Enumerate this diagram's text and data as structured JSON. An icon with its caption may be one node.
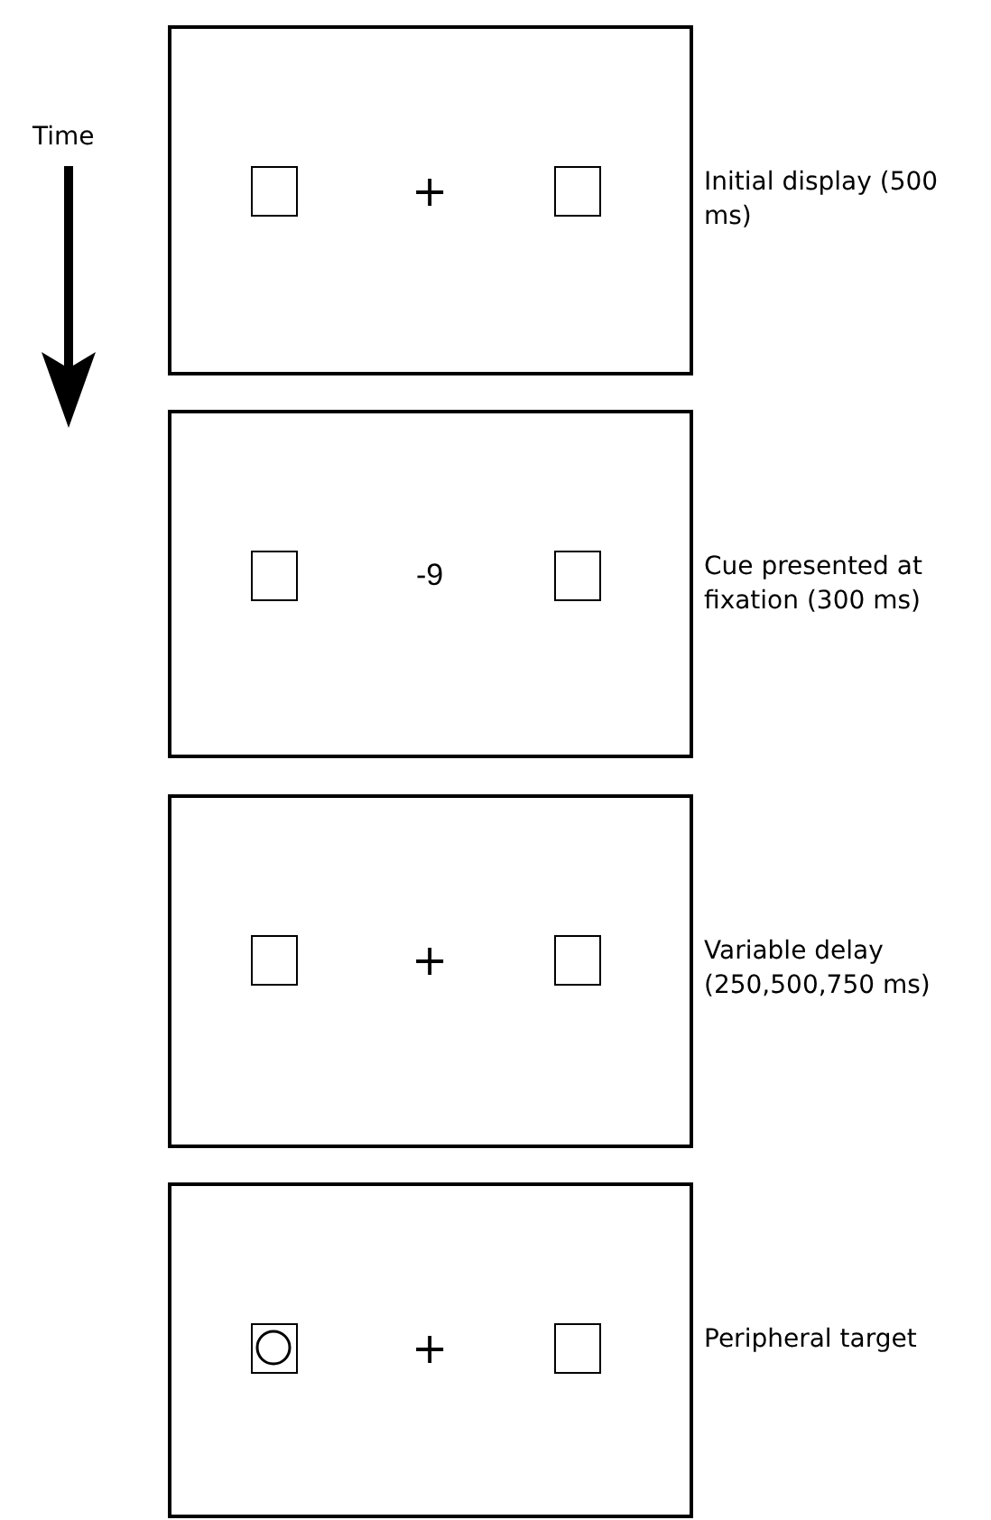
{
  "diagram": {
    "nodes": [
      {
        "text": [
          "+"
        ],
        "beside": [
          "Initial display (500 ms)"
        ]
      },
      {
        "text": [
          "-9"
        ],
        "beside": [
          "Cue presented at fixation (300 ms)"
        ]
      },
      {
        "text": [
          "+"
        ],
        "beside": [
          "Variable delay (250,500,750 ms)"
        ]
      },
      {
        "text": [
          "+"
        ],
        "beside": [
          "Peripheral target"
        ]
      }
    ],
    "edges": [],
    "labels": [
      "Time"
    ]
  }
}
